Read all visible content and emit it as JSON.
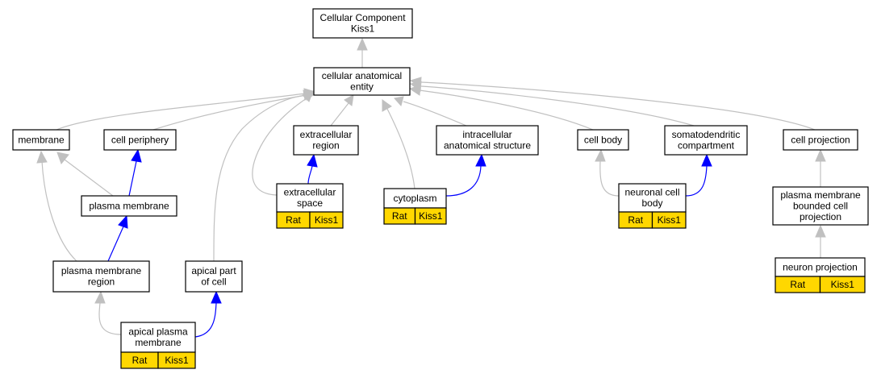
{
  "graph": {
    "colors": {
      "is_a": "#c0c0c0",
      "part_of": "#0000ff",
      "annotation": "#ffd700"
    },
    "nodes": [
      {
        "id": "cellular-component",
        "lines": [
          "Cellular Component",
          "Kiss1"
        ]
      },
      {
        "id": "cellular-anatomical-entity",
        "lines": [
          "cellular anatomical",
          "entity"
        ]
      },
      {
        "id": "membrane",
        "lines": [
          "membrane"
        ]
      },
      {
        "id": "cell-periphery",
        "lines": [
          "cell periphery"
        ]
      },
      {
        "id": "extracellular-region",
        "lines": [
          "extracellular",
          "region"
        ]
      },
      {
        "id": "intracellular-anatomical-structure",
        "lines": [
          "intracellular",
          "anatomical structure"
        ]
      },
      {
        "id": "cell-body",
        "lines": [
          "cell body"
        ]
      },
      {
        "id": "somatodendritic-compartment",
        "lines": [
          "somatodendritic",
          "compartment"
        ]
      },
      {
        "id": "cell-projection",
        "lines": [
          "cell projection"
        ]
      },
      {
        "id": "plasma-membrane",
        "lines": [
          "plasma membrane"
        ]
      },
      {
        "id": "extracellular-space",
        "lines": [
          "extracellular",
          "space"
        ],
        "annotation": [
          "Rat",
          "Kiss1"
        ]
      },
      {
        "id": "cytoplasm",
        "lines": [
          "cytoplasm"
        ],
        "annotation": [
          "Rat",
          "Kiss1"
        ]
      },
      {
        "id": "neuronal-cell-body",
        "lines": [
          "neuronal cell",
          "body"
        ],
        "annotation": [
          "Rat",
          "Kiss1"
        ]
      },
      {
        "id": "plasma-membrane-bounded-cell-projection",
        "lines": [
          "plasma membrane",
          "bounded cell",
          "projection"
        ]
      },
      {
        "id": "plasma-membrane-region",
        "lines": [
          "plasma membrane",
          "region"
        ]
      },
      {
        "id": "apical-part-of-cell",
        "lines": [
          "apical part",
          "of cell"
        ]
      },
      {
        "id": "neuron-projection",
        "lines": [
          "neuron projection"
        ],
        "annotation": [
          "Rat",
          "Kiss1"
        ]
      },
      {
        "id": "apical-plasma-membrane",
        "lines": [
          "apical plasma",
          "membrane"
        ],
        "annotation": [
          "Rat",
          "Kiss1"
        ]
      }
    ],
    "edges": [
      {
        "from": "cellular-anatomical-entity",
        "to": "cellular-component",
        "type": "is_a"
      },
      {
        "from": "membrane",
        "to": "cellular-anatomical-entity",
        "type": "is_a"
      },
      {
        "from": "cell-periphery",
        "to": "cellular-anatomical-entity",
        "type": "is_a"
      },
      {
        "from": "extracellular-region",
        "to": "cellular-anatomical-entity",
        "type": "is_a"
      },
      {
        "from": "intracellular-anatomical-structure",
        "to": "cellular-anatomical-entity",
        "type": "is_a"
      },
      {
        "from": "cell-body",
        "to": "cellular-anatomical-entity",
        "type": "is_a"
      },
      {
        "from": "somatodendritic-compartment",
        "to": "cellular-anatomical-entity",
        "type": "is_a"
      },
      {
        "from": "cell-projection",
        "to": "cellular-anatomical-entity",
        "type": "is_a"
      },
      {
        "from": "extracellular-space",
        "to": "cellular-anatomical-entity",
        "type": "is_a"
      },
      {
        "from": "cytoplasm",
        "to": "cellular-anatomical-entity",
        "type": "is_a"
      },
      {
        "from": "apical-part-of-cell",
        "to": "cellular-anatomical-entity",
        "type": "is_a"
      },
      {
        "from": "plasma-membrane",
        "to": "membrane",
        "type": "is_a"
      },
      {
        "from": "plasma-membrane",
        "to": "cell-periphery",
        "type": "part_of"
      },
      {
        "from": "plasma-membrane-region",
        "to": "membrane",
        "type": "is_a"
      },
      {
        "from": "plasma-membrane-region",
        "to": "plasma-membrane",
        "type": "part_of"
      },
      {
        "from": "extracellular-space",
        "to": "extracellular-region",
        "type": "part_of"
      },
      {
        "from": "cytoplasm",
        "to": "intracellular-anatomical-structure",
        "type": "part_of"
      },
      {
        "from": "neuronal-cell-body",
        "to": "cell-body",
        "type": "is_a"
      },
      {
        "from": "neuronal-cell-body",
        "to": "somatodendritic-compartment",
        "type": "part_of"
      },
      {
        "from": "plasma-membrane-bounded-cell-projection",
        "to": "cell-projection",
        "type": "is_a"
      },
      {
        "from": "neuron-projection",
        "to": "plasma-membrane-bounded-cell-projection",
        "type": "is_a"
      },
      {
        "from": "apical-plasma-membrane",
        "to": "plasma-membrane-region",
        "type": "is_a"
      },
      {
        "from": "apical-plasma-membrane",
        "to": "apical-part-of-cell",
        "type": "part_of"
      }
    ]
  }
}
